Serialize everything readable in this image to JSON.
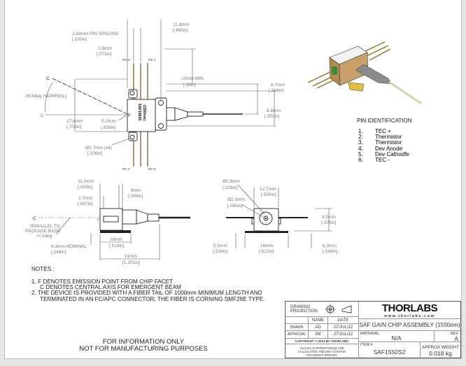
{
  "top_view": {
    "pin3": "Pin 3",
    "pin1": "Pin 1",
    "pin4": "Pin 4",
    "pin6": "Pin 6",
    "c_label": "C",
    "cl_label": "C",
    "f_label": "F",
    "pin_spacing": "2.54mm PIN SPACING",
    "pin_spacing_in": "[.100in]",
    "d1_8": "1.8mm",
    "d1_8_in": "[.071in]",
    "d11_8": "11.8mm",
    "d11_8_in": "[.465in]",
    "d10": "10mm MIN",
    "d10_in": "[.39in]",
    "d6_7": "6.7mm",
    "d6_7_in": "[.264in]",
    "d8_9": "8.9mm",
    "d8_9_in": "[.350in]",
    "angle": "26.5deg (NOMINAL)",
    "d17_8": "17.8mm",
    "d17_8_in": "[.702in]",
    "d0_2": "0.2mm",
    "d0_2_in": "[.008in]",
    "d2_7": "Ø2.7mm (x4)",
    "d2_7_in": "[.106in]"
  },
  "side_view": {
    "d11_0": "11.0mm",
    "d11_0_in": "[.433in]",
    "d1_7": "1.7mm",
    "d1_7_in": "[.067in]",
    "d8": "8mm",
    "d8_in": "[.299in]",
    "c_label": "C",
    "f_label": "F",
    "parallel": [
      "PARALLEL TO",
      "PACKAGE BASE",
      "+/-2deg"
    ],
    "d6_3": "6.3mm NOMINAL",
    "d6_3_in": "[.248in]",
    "d16": "16mm",
    "d16_in": "[.614in]",
    "d31": "31mm",
    "d31_in": "[1.201in]"
  },
  "front_view": {
    "d5_8": "Ø5.8mm",
    "d5_8_in": "[.228in]",
    "d2_0": "Ø2.0mm",
    "d2_0_in": "[.080in]",
    "d12_7": "12.7mm",
    "d12_7_in": "[.500in]",
    "d9_5": "9.5mm",
    "d9_5_in": "[.375in]",
    "d5_5": "5.5mm",
    "d5_5_in": "[.216in]",
    "d16": "16mm",
    "d16_in": "[.612in]",
    "d6_3": "6.3mm",
    "d6_3_in": "[.248in]"
  },
  "pin_identification": {
    "title": "PIN IDENTIFICATION",
    "pins": [
      {
        "num": "1.",
        "name": "TEC +"
      },
      {
        "num": "2.",
        "name": "Thermistor"
      },
      {
        "num": "3.",
        "name": "Thermistor"
      },
      {
        "num": "4.",
        "name": "Dev Anode"
      },
      {
        "num": "5.",
        "name": "Dev Cathodfe"
      },
      {
        "num": "6.",
        "name": "TEC -"
      }
    ]
  },
  "notes": {
    "title": "NOTES :",
    "lines": [
      "1.  F DENOTES EMISSION POINT FROM CHIP FACET",
      "C DENOTES CENTRAL AXIS FOR EMERGENT BEAM",
      "2.  THE DEVICE IS PROVIDED WITH A FIBER TAIL OF 1000mm MINIMUM LENGTH AND",
      "TERMINATED IN AN FC/APC CONNECTOR; THE FIBER IS CORNING SMF28E TYPE."
    ]
  },
  "footer": [
    "FOR INFORMATION ONLY",
    "NOT FOR MANUFACTURING PURPOSES"
  ],
  "title_block": {
    "drawing_projection": "DRAWING PROJECTION",
    "name_header": "NAME",
    "date_header": "DATE",
    "drawn_label": "DRAWN",
    "drawn_name": "AD",
    "drawn_date": "27/JUL/12",
    "approval_label": "APPROVAL",
    "approval_name": "JW",
    "approval_date": "27/JUL/12",
    "copyright": "COPYRIGHT © 2012 BY THORLABS",
    "values_note": "VALUES IN PARENTHESIS ARE CALCULATED AND MAY CONTAIN ROUNDOFF ERRORS",
    "logo_main": "THORLABS",
    "logo_url": "www.thorlabs.com",
    "title": "SAF GAIN CHIP ASSEMBLY (1550nm)",
    "material_label": "MATERIAL",
    "material": "N/A",
    "rev_label": "REV",
    "rev": "A",
    "item_label": "ITEM #",
    "item": "SAF1550S2",
    "weight_label": "APPROX WEIGHT",
    "weight": "0.018 kg"
  }
}
